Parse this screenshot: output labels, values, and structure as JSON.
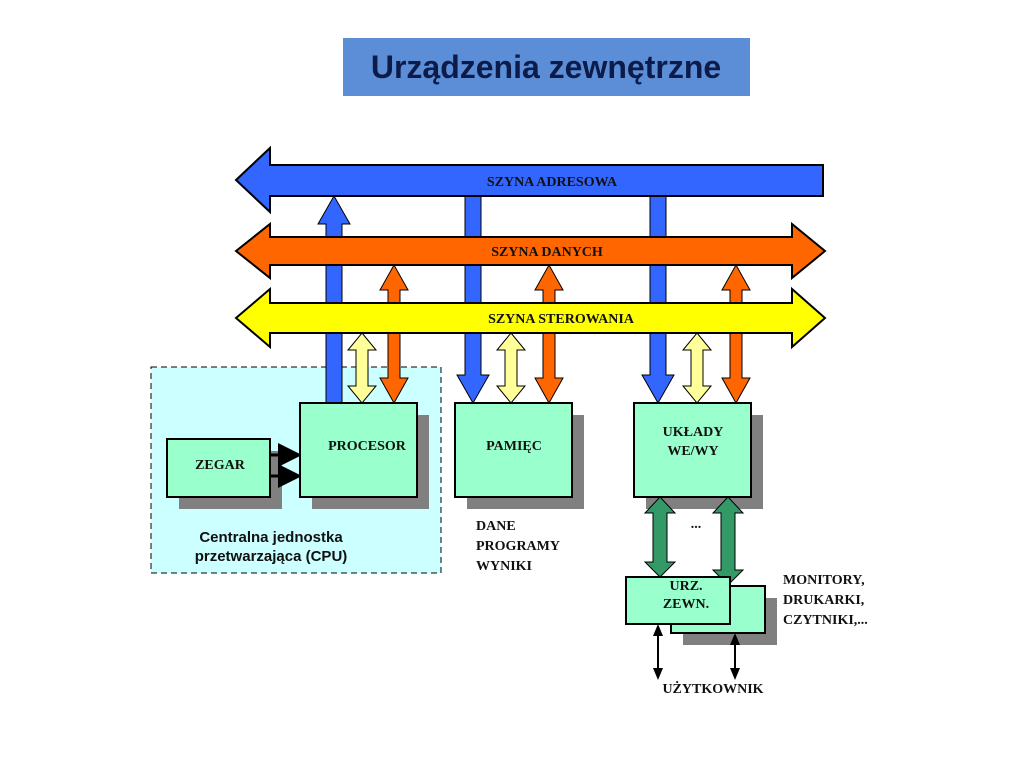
{
  "title": "Urządzenia zewnętrzne",
  "buses": {
    "address": "SZYNA ADRESOWA",
    "data": "SZYNA DANYCH",
    "control": "SZYNA STEROWANIA"
  },
  "blocks": {
    "clock": "ZEGAR",
    "processor": "PROCESOR",
    "memory": "PAMIĘC",
    "io_line1": "UKŁADY",
    "io_line2": "WE/WY",
    "ext_line1": "URZ.",
    "ext_line2": "ZEWN."
  },
  "cpu_label": {
    "line1": "Centralna jednostka",
    "line2": "przetwarzająca (CPU)"
  },
  "memory_contents": [
    "DANE",
    "PROGRAMY",
    "WYNIKI"
  ],
  "ellipsis": "...",
  "devices": [
    "MONITORY,",
    "DRUKARKI,",
    "CZYTNIKI,..."
  ],
  "user": "UŻYTKOWNIK",
  "colors": {
    "title_bg": "#5b8ed6",
    "address": "#3366ff",
    "data": "#ff6600",
    "control": "#ffff00",
    "block": "#99ffcc",
    "cpu_area": "#ccffff",
    "io_link": "#339966"
  }
}
